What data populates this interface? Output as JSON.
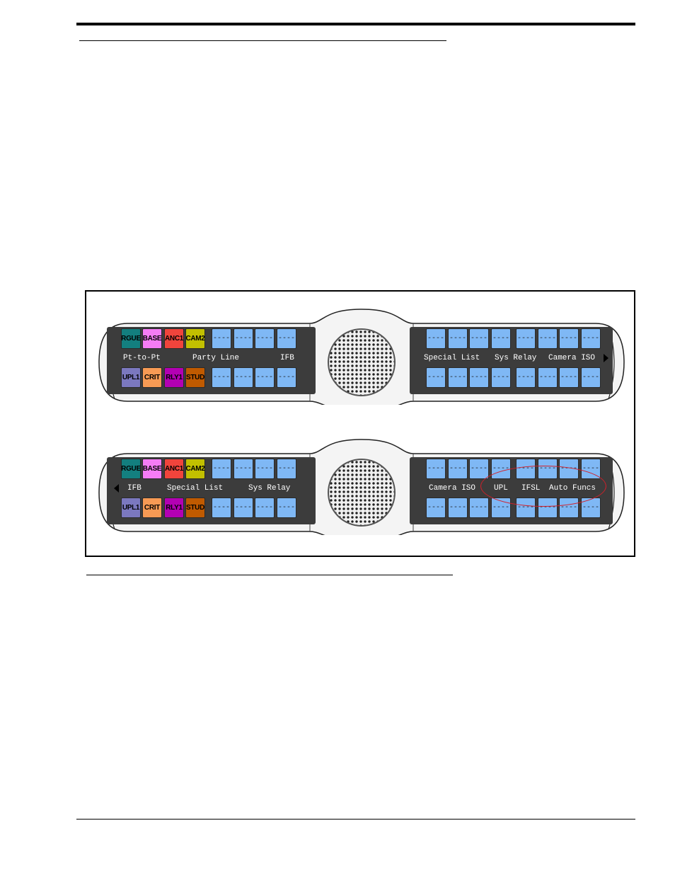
{
  "colors": {
    "blank_key": "#7fb8f5",
    "screen": "#3c3c3c",
    "callout": "#d2202a",
    "RGUE": "#137f7f",
    "BASE": "#f57cf5",
    "ANC1": "#f0443c",
    "CAM2": "#c2c000",
    "UPL1": "#7b78bf",
    "CRIT": "#f79a54",
    "RLY1": "#b300b3",
    "STUD": "#c05a00"
  },
  "blank_key_label": "----",
  "panel_top": {
    "left_top_keys": [
      "RGUE",
      "BASE",
      "ANC1",
      "CAM2"
    ],
    "left_bottom_keys": [
      "UPL1",
      "CRIT",
      "RLY1",
      "STUD"
    ],
    "left_labels": [
      "Pt-to-Pt",
      "Party Line",
      "IFB"
    ],
    "right_labels": [
      "Special List",
      "Sys Relay",
      "Camera ISO"
    ],
    "right_arrow_icon": "arrow-right-icon"
  },
  "panel_bottom": {
    "left_top_keys": [
      "RGUE",
      "BASE",
      "ANC1",
      "CAM2"
    ],
    "left_bottom_keys": [
      "UPL1",
      "CRIT",
      "RLY1",
      "STUD"
    ],
    "left_labels": [
      "IFB",
      "Special List",
      "Sys Relay"
    ],
    "right_labels": [
      "Camera ISO",
      "UPL",
      "IFSL",
      "Auto Funcs"
    ],
    "left_arrow_icon": "arrow-left-icon"
  }
}
